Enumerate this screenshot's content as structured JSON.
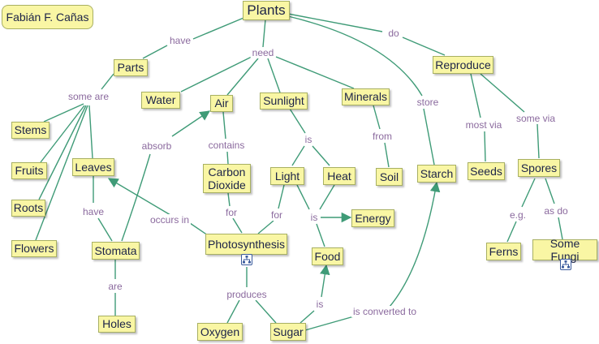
{
  "author": "Fabián F. Cañas",
  "concepts": {
    "plants": "Plants",
    "parts": "Parts",
    "water": "Water",
    "air": "Air",
    "sunlight": "Sunlight",
    "minerals": "Minerals",
    "reproduce": "Reproduce",
    "stems": "Stems",
    "fruits": "Fruits",
    "roots": "Roots",
    "flowers": "Flowers",
    "leaves": "Leaves",
    "stomata": "Stomata",
    "holes": "Holes",
    "carbon_dioxide": "Carbon\nDioxide",
    "light": "Light",
    "heat": "Heat",
    "soil": "Soil",
    "starch": "Starch",
    "seeds": "Seeds",
    "spores": "Spores",
    "energy": "Energy",
    "photosynthesis": "Photosynthesis",
    "food": "Food",
    "oxygen": "Oxygen",
    "sugar": "Sugar",
    "ferns": "Ferns",
    "some_fungi": "Some Fungi"
  },
  "links": {
    "have1": "have",
    "need": "need",
    "do": "do",
    "some_are": "some are",
    "store": "store",
    "most_via": "most via",
    "some_via": "some via",
    "absorb": "absorb",
    "contains": "contains",
    "is1": "is",
    "from": "from",
    "have2": "have",
    "occurs_in": "occurs in",
    "for1": "for",
    "for2": "for",
    "is2": "is",
    "eg": "e.g.",
    "as_do": "as do",
    "are": "are",
    "produces": "produces",
    "is3": "is",
    "is_converted_to": "is converted to"
  },
  "colors": {
    "node_fill": "#f9f6a4",
    "node_border": "#a8b062",
    "line": "#3f9b77",
    "link_text": "#8b6a9e",
    "node_text": "#1c2348"
  }
}
